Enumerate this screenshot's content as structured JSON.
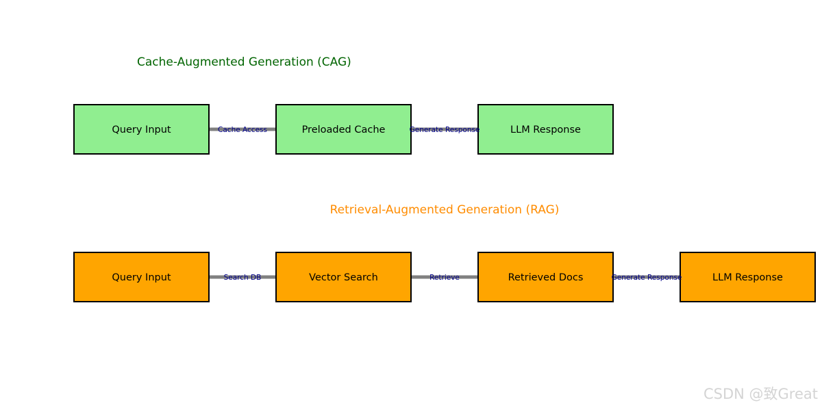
{
  "colors": {
    "cag_title": "#006400",
    "rag_title": "#ff8c00",
    "cag_fill": "#90ee90",
    "rag_fill": "#ffa500",
    "node_stroke": "#000000",
    "arrow": "#808080",
    "edge_label": "#00008b",
    "watermark": "#d4d4d4"
  },
  "cag": {
    "title": "Cache-Augmented Generation (CAG)",
    "nodes": [
      {
        "label": "Query Input"
      },
      {
        "label": "Preloaded Cache"
      },
      {
        "label": "LLM Response"
      }
    ],
    "edges": [
      {
        "label": "Cache Access"
      },
      {
        "label": "Generate Response"
      }
    ]
  },
  "rag": {
    "title": "Retrieval-Augmented Generation (RAG)",
    "nodes": [
      {
        "label": "Query Input"
      },
      {
        "label": "Vector Search"
      },
      {
        "label": "Retrieved Docs"
      },
      {
        "label": "LLM Response"
      }
    ],
    "edges": [
      {
        "label": "Search DB"
      },
      {
        "label": "Retrieve"
      },
      {
        "label": "Generate Response"
      }
    ]
  },
  "watermark": "CSDN @致Great"
}
